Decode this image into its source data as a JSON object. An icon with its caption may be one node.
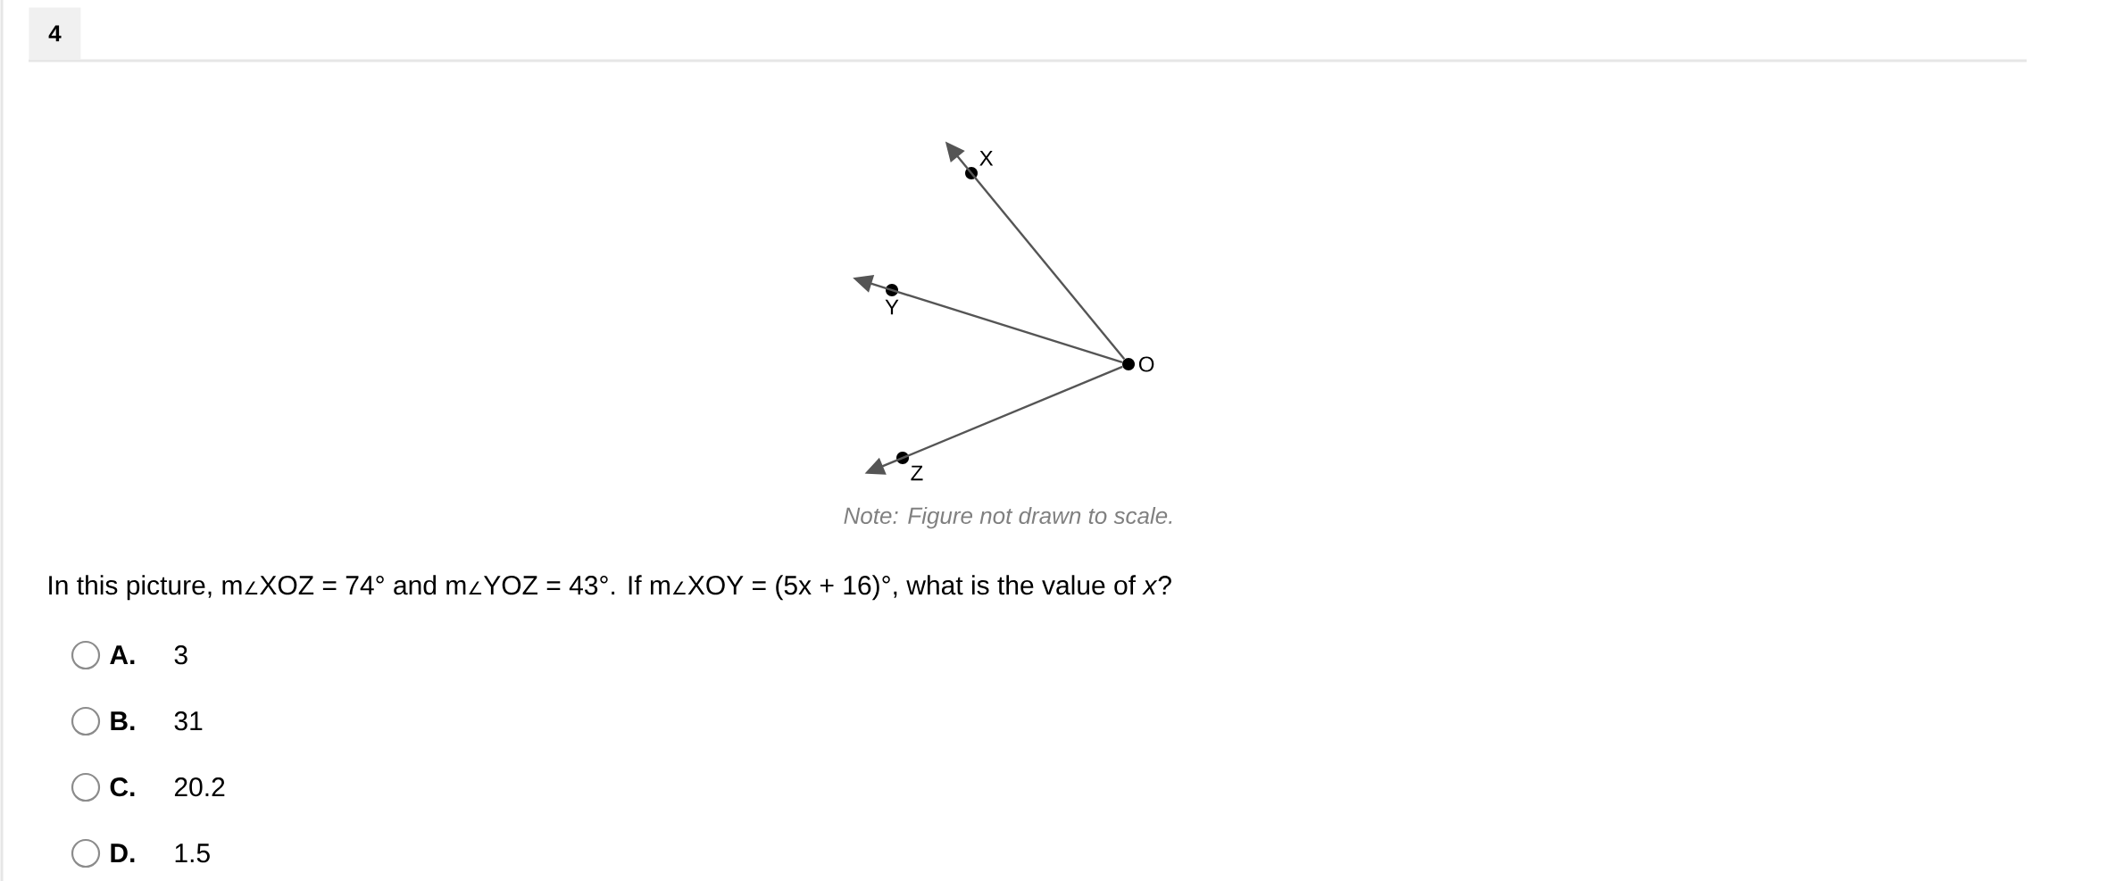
{
  "diagram": {
    "nodes": [
      {
        "text": [
          "O"
        ]
      },
      {
        "text": [
          "X"
        ]
      },
      {
        "text": [
          "Y"
        ]
      },
      {
        "text": [
          "Z"
        ]
      }
    ],
    "edges": [
      {
        "from": 0,
        "to": 1,
        "arrow": "to"
      },
      {
        "from": 0,
        "to": 2,
        "arrow": "to"
      },
      {
        "from": 0,
        "to": 3,
        "arrow": "to"
      }
    ],
    "labels": [
      "4",
      "Note: Figure not drawn to scale.",
      "In this picture, m∠XOZ = 74° and m∠YOZ = 43°. If m∠XOY = (5x + 16)°, what is the value of *x*?",
      "A.",
      "3",
      "B.",
      "31",
      "C.",
      "20.2",
      "D.",
      "1.5"
    ]
  }
}
